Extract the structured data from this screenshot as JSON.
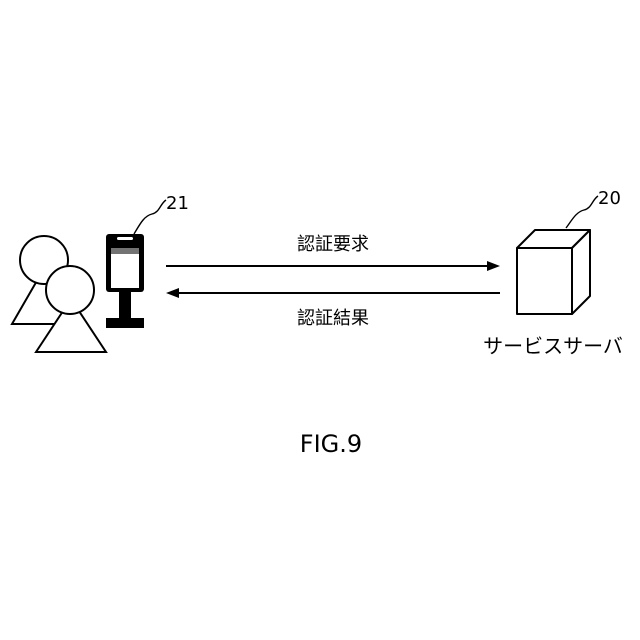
{
  "figure": {
    "caption": "FIG.9"
  },
  "terminal": {
    "ref": "21"
  },
  "server": {
    "ref": "20",
    "label": "サービスサーバ"
  },
  "messages": {
    "request": "認証要求",
    "result": "認証結果"
  }
}
